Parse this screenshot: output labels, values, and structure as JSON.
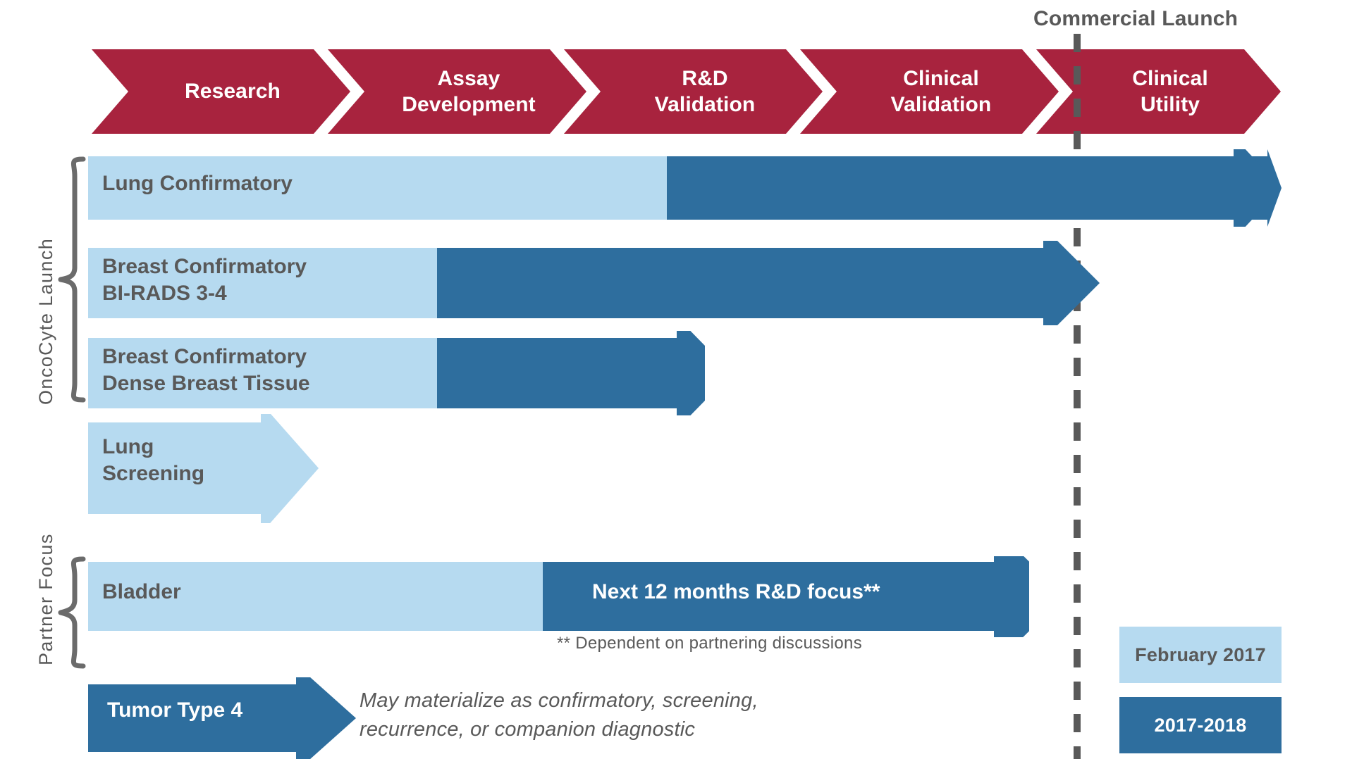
{
  "colors": {
    "phase_red": "#A8233E",
    "light_blue": "#B6DAF0",
    "dark_blue": "#2E6E9E",
    "text_gray": "#595959",
    "dashed_line": "#595959",
    "white": "#FFFFFF"
  },
  "milestone": {
    "label": "Commercial Launch"
  },
  "phases": [
    {
      "label": "Research"
    },
    {
      "label": "Assay\nDevelopment"
    },
    {
      "label": "R&D\nValidation"
    },
    {
      "label": "Clinical\nValidation"
    },
    {
      "label": "Clinical\nUtility"
    }
  ],
  "groups": [
    {
      "label": "OncoCyte  Launch"
    },
    {
      "label": "Partner Focus"
    }
  ],
  "rows": [
    {
      "label": "Lung Confirmatory",
      "label_on_dark": false,
      "shape": "arrow",
      "light_end_phase": "R&D Validation",
      "dark_end_phase": "Clinical Utility"
    },
    {
      "label": "Breast Confirmatory\nBI-RADS 3-4",
      "label_on_dark": false,
      "shape": "arrow",
      "light_end_phase": "Research",
      "dark_end_phase": "Clinical Utility"
    },
    {
      "label": "Breast Confirmatory\nDense Breast Tissue",
      "label_on_dark": false,
      "shape": "arrow",
      "light_end_phase": "Research",
      "dark_end_phase": "Assay Development"
    },
    {
      "label": "Lung\nScreening",
      "label_on_dark": false,
      "shape": "arrow",
      "light_end_phase": "Research",
      "dark_end_phase": null
    },
    {
      "label": "Bladder",
      "label_on_dark": false,
      "shape": "arrow",
      "dark_segment_label": "Next 12 months R&D focus**",
      "light_end_phase": "Assay Development",
      "dark_end_phase": "Clinical Validation"
    },
    {
      "label": "Tumor Type 4",
      "label_on_dark": true,
      "shape": "arrow",
      "light_end_phase": null,
      "dark_end_phase": "Research"
    }
  ],
  "annotations": {
    "footnote": "** Dependent  on partnering  discussions",
    "tumor_note": "May materialize as confirmatory, screening,\nrecurrence,  or companion  diagnostic"
  },
  "legend": [
    {
      "label": "February 2017",
      "color": "#B6DAF0",
      "text_color": "#595959"
    },
    {
      "label": "2017-2018",
      "color": "#2E6E9E",
      "text_color": "#FFFFFF"
    }
  ]
}
